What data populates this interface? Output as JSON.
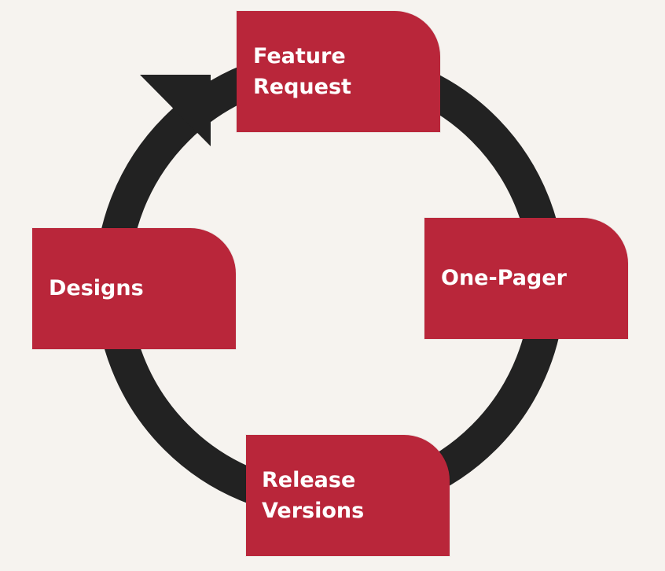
{
  "diagram": {
    "type": "cycle",
    "colors": {
      "background": "#f6f3ef",
      "card": "#b9263a",
      "card_text": "#ffffff",
      "ring": "#222222"
    },
    "steps": [
      {
        "label": "Feature\nRequest"
      },
      {
        "label": "One-Pager"
      },
      {
        "label": "Release\nVersions"
      },
      {
        "label": "Designs"
      }
    ],
    "flow": "clockwise",
    "arrowhead": "arrow-icon"
  }
}
